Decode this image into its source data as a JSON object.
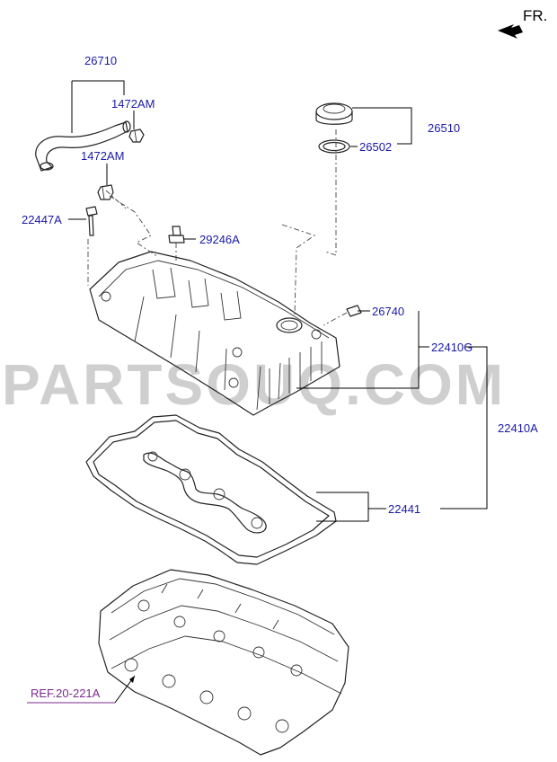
{
  "orientation": {
    "label": "FR.",
    "icon": "front-direction-arrow-icon"
  },
  "watermark": "PARTSOUQ.COM",
  "reference": {
    "label": "REF.20-221A",
    "color": "#7a2a8c"
  },
  "label_color": "#1a1aa8",
  "callouts": {
    "c26710": "26710",
    "c1472am_top": "1472AM",
    "c1472am_bottom": "1472AM",
    "c22447a": "22447A",
    "c29246a": "29246A",
    "c26510": "26510",
    "c26502": "26502",
    "c26740": "26740",
    "c22410g": "22410G",
    "c22410a": "22410A",
    "c22441": "22441"
  }
}
